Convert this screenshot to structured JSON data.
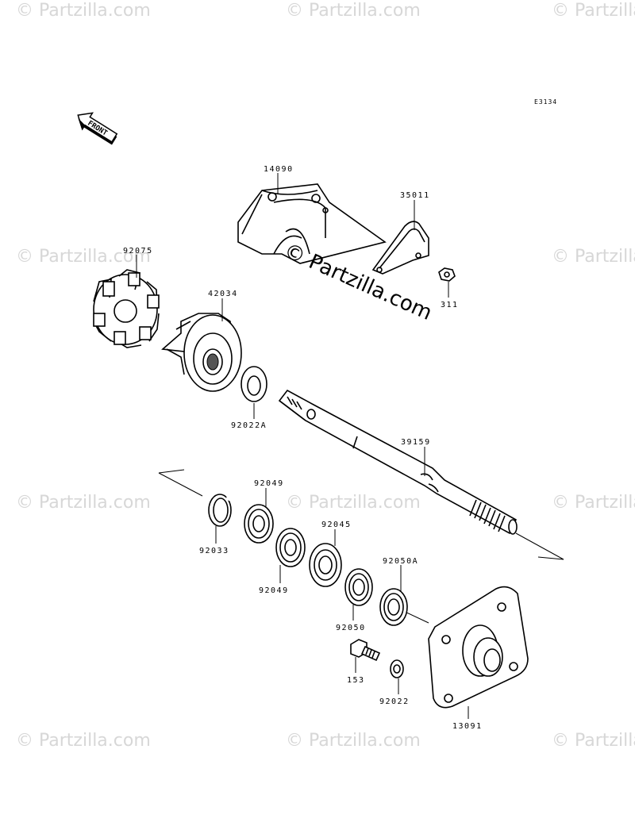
{
  "diagram": {
    "code": "E3134",
    "front_label": "FRONT",
    "watermark": "© Partzilla.com",
    "parts": [
      {
        "id": "14090"
      },
      {
        "id": "35011"
      },
      {
        "id": "311"
      },
      {
        "id": "92075"
      },
      {
        "id": "42034"
      },
      {
        "id": "92022A"
      },
      {
        "id": "39159"
      },
      {
        "id": "92033"
      },
      {
        "id": "92049"
      },
      {
        "id": "92049"
      },
      {
        "id": "92045"
      },
      {
        "id": "92050A"
      },
      {
        "id": "92050"
      },
      {
        "id": "153"
      },
      {
        "id": "92022"
      },
      {
        "id": "13091"
      }
    ]
  }
}
